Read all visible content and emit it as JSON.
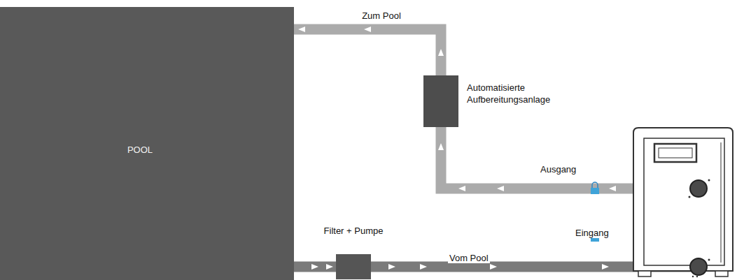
{
  "diagram": {
    "nodes": [
      {
        "text": [
          "POOL"
        ]
      },
      {
        "text": [
          "Filter + Pumpe"
        ]
      },
      {
        "text": [
          "Automatisierte Aufbereitungsanlage"
        ]
      }
    ],
    "edges": [
      {
        "from": 0,
        "to": 1,
        "arrow": "to"
      },
      {
        "from": 2,
        "to": 0,
        "label": "Zum Pool",
        "arrow": "to"
      }
    ],
    "labels": [
      "Ausgang",
      "Eingang",
      "Vom Pool"
    ]
  }
}
